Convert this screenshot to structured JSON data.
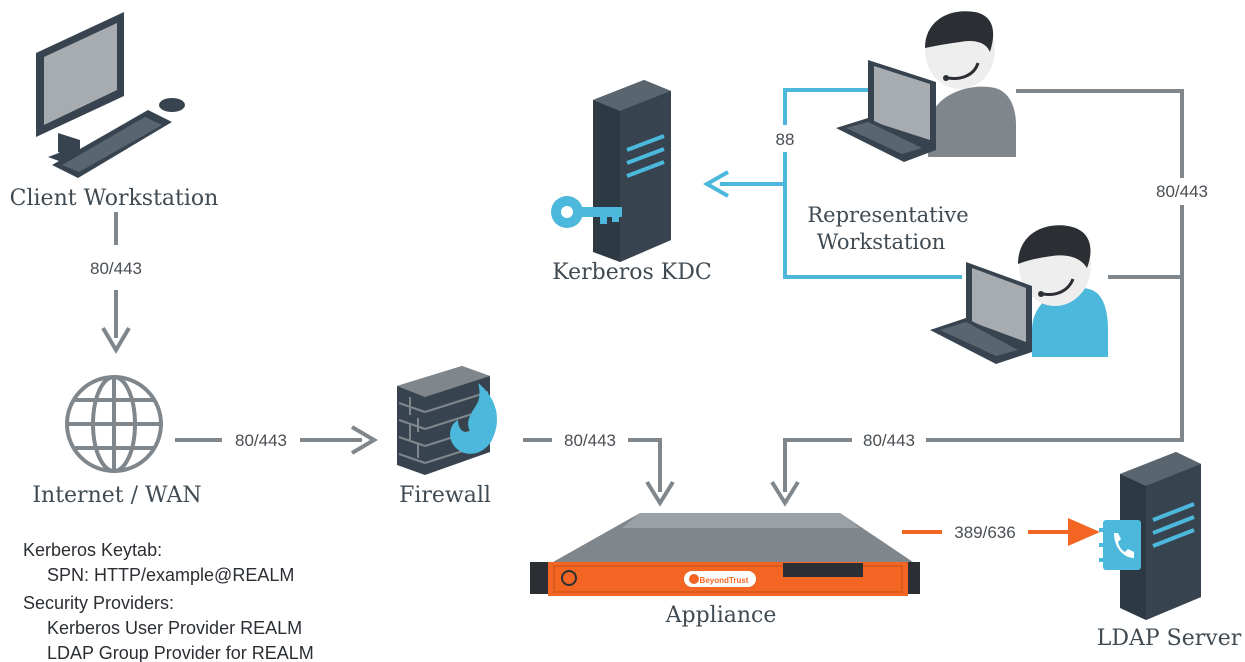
{
  "nodes": {
    "client": "Client Workstation",
    "internet": "Internet / WAN",
    "firewall": "Firewall",
    "appliance": "Appliance",
    "ldap": "LDAP Server",
    "kdc": "Kerberos KDC",
    "rep_line1": "Representative",
    "rep_line2": "Workstation"
  },
  "appliance_brand": "BeyondTrust",
  "ports": {
    "client_to_internet": "80/443",
    "internet_to_firewall": "80/443",
    "firewall_to_appliance": "80/443",
    "rep_to_appliance": "80/443",
    "rep_to_appliance_vertical": "80/443",
    "rep_to_kdc": "88",
    "appliance_to_ldap": "389/636"
  },
  "notes": [
    "Kerberos Keytab:",
    "SPN: HTTP/example@REALM",
    "Security Providers:",
    "Kerberos User Provider REALM",
    "LDAP Group Provider for REALM"
  ],
  "colors": {
    "gray_line": "#7f878d",
    "blue_line": "#4bb8dc",
    "orange_line": "#f26522",
    "dark_icon": "#37444f",
    "text": "#3f4a52"
  }
}
